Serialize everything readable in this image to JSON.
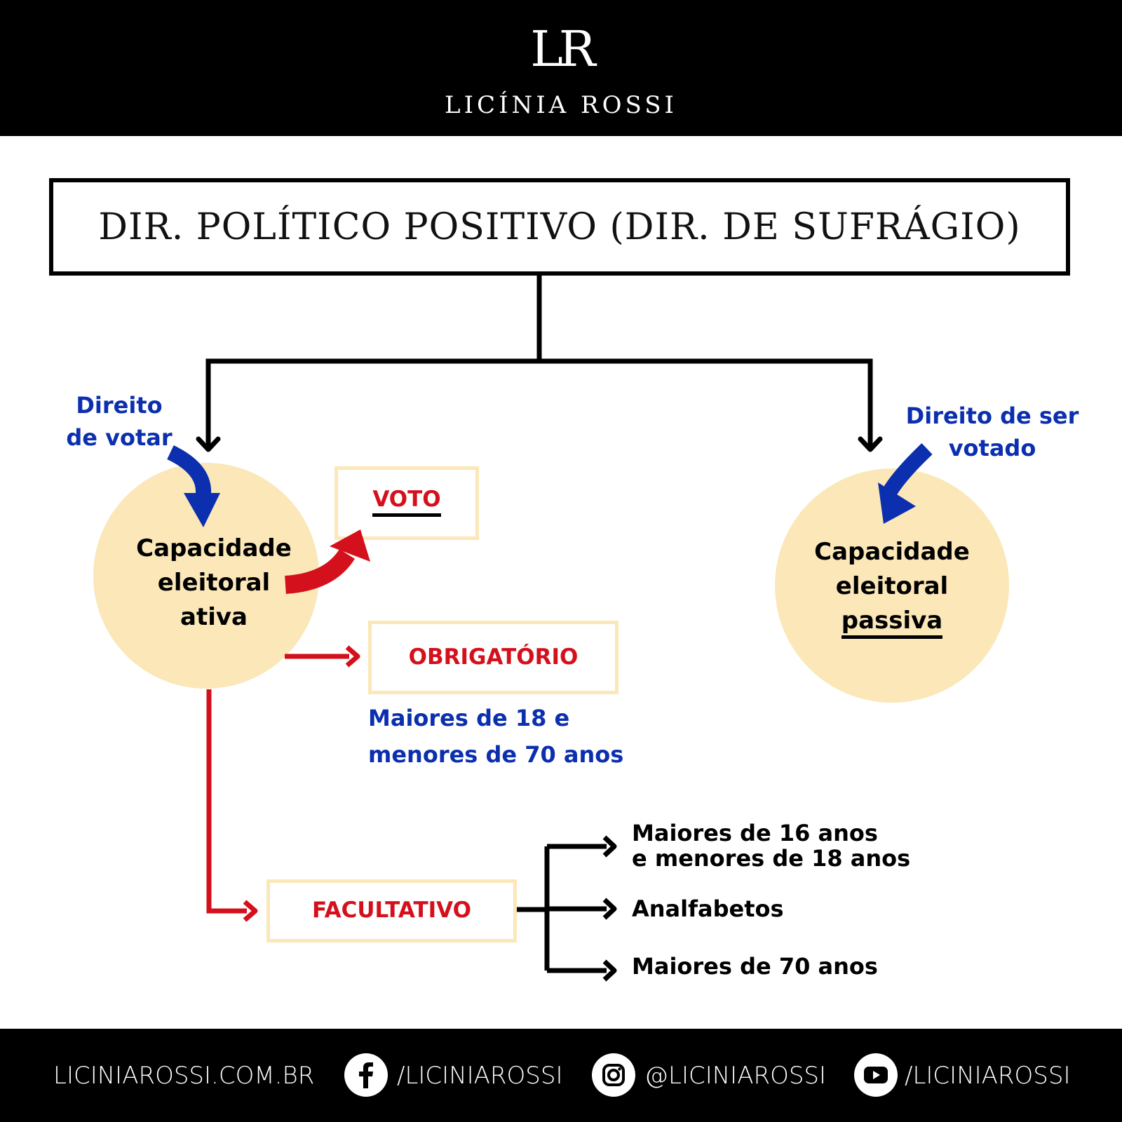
{
  "header": {
    "logo": "LR",
    "brand": "LICÍNIA ROSSI"
  },
  "title": "DIR. POLÍTICO POSITIVO (DIR. DE SUFRÁGIO)",
  "left": {
    "annotation": [
      "Direito",
      "de votar"
    ],
    "circle": [
      "Capacidade",
      "eleitoral",
      "ativa"
    ],
    "voto": "VOTO",
    "obrigatorio": "OBRIGATÓRIO",
    "obrigatorio_desc": [
      "Maiores de 18 e",
      "menores de 70 anos"
    ],
    "facultativo": "FACULTATIVO",
    "facultativo_items": [
      [
        "Maiores de 16 anos",
        "e menores de 18 anos"
      ],
      [
        "Analfabetos"
      ],
      [
        "Maiores de 70 anos"
      ]
    ]
  },
  "right": {
    "annotation": [
      "Direito de ser",
      "votado"
    ],
    "circle": [
      "Capacidade",
      "eleitoral",
      "passiva"
    ]
  },
  "footer": {
    "website": "LICINIAROSSI.COM.BR",
    "facebook": "/LICINIAROSSI",
    "instagram": "@LICINIAROSSI",
    "youtube": "/LICINIAROSSI"
  },
  "colors": {
    "accent_red": "#d4101c",
    "accent_blue": "#0b2fae",
    "circle_fill": "#fbe7b8"
  }
}
